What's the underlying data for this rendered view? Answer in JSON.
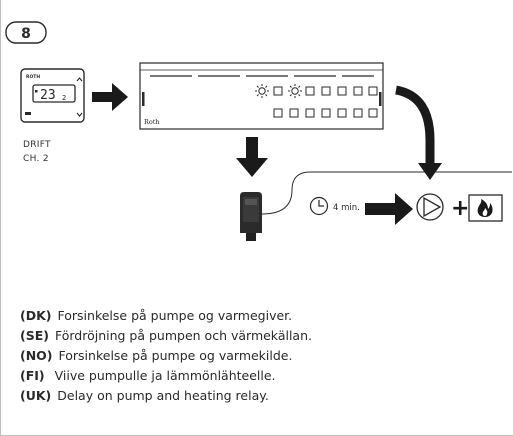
{
  "step_number": "8",
  "thermostat": {
    "brand": "ROTH",
    "display_value": "23",
    "display_decimal": "2"
  },
  "thermostat_caption": {
    "line1": "DRIFT",
    "line2": "CH. 2"
  },
  "controller": {
    "logo": "Roth"
  },
  "timer": {
    "label": "4 min."
  },
  "descriptions": [
    {
      "code": "(DK)",
      "text": "Forsinkelse på pumpe og varmegiver."
    },
    {
      "code": "(SE)",
      "text": "Fördröjning på pumpen och värmekällan."
    },
    {
      "code": "(NO)",
      "text": "Forsinkelse på pumpe og varmekilde."
    },
    {
      "code": "(FI)",
      "text": "Viive pumpulle ja lämmönlähteelle."
    },
    {
      "code": "(UK)",
      "text": "Delay on pump and heating relay."
    }
  ],
  "colors": {
    "line": "#2a2a2a",
    "border": "#bfbfbf",
    "arrow": "#1a1a1a"
  }
}
